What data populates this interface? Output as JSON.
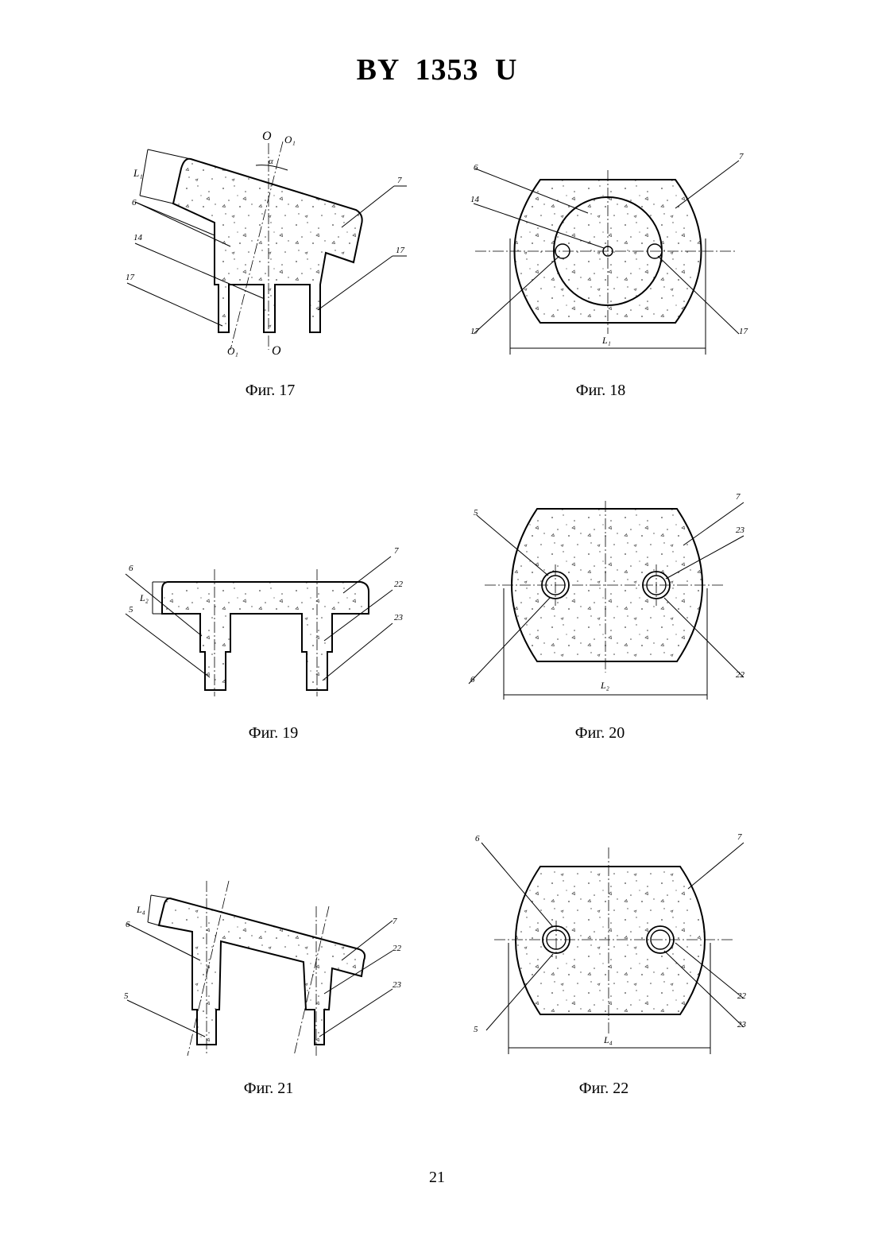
{
  "header": {
    "title": "BY 1353 U"
  },
  "figures": [
    {
      "caption": "Фиг. 17",
      "labels": {
        "axis_o": "O",
        "axis_o1": "O₁",
        "angle": "α",
        "dim": "L₁",
        "ref_6": "6",
        "ref_7": "7",
        "ref_14": "14",
        "ref_17a": "17",
        "ref_17b": "17"
      }
    },
    {
      "caption": "Фиг. 18",
      "labels": {
        "dim": "L₁",
        "ref_6": "6",
        "ref_7": "7",
        "ref_14": "14",
        "ref_17a": "17",
        "ref_17b": "17"
      }
    },
    {
      "caption": "Фиг. 19",
      "labels": {
        "dim": "L₂",
        "ref_6": "6",
        "ref_5": "5",
        "ref_7": "7",
        "ref_22": "22",
        "ref_23": "23"
      }
    },
    {
      "caption": "Фиг. 20",
      "labels": {
        "dim": "L₂",
        "ref_5": "5",
        "ref_6": "6",
        "ref_7": "7",
        "ref_22": "22",
        "ref_23": "23"
      }
    },
    {
      "caption": "Фиг. 21",
      "labels": {
        "dim": "L₄",
        "ref_6": "6",
        "ref_5": "5",
        "ref_7": "7",
        "ref_22": "22",
        "ref_23": "23"
      }
    },
    {
      "caption": "Фиг. 22",
      "labels": {
        "dim": "L₄",
        "ref_6": "6",
        "ref_5": "5",
        "ref_7": "7",
        "ref_22": "22",
        "ref_23": "23"
      }
    }
  ],
  "footer": {
    "page_number": "21"
  }
}
